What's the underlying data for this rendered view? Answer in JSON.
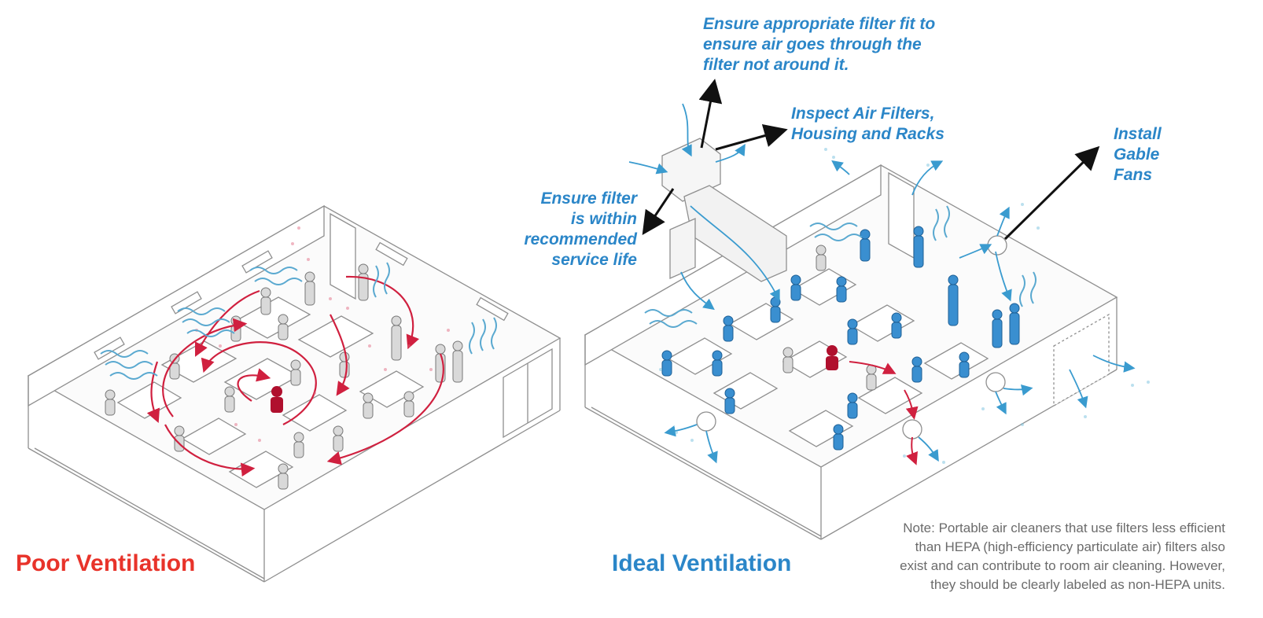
{
  "colors": {
    "poor": "#e8332a",
    "ideal": "#2b86c8",
    "blue_air": "#79c3df",
    "red_air": "#e0607a",
    "line": "#9a9a9a",
    "note": "#6b6b6b"
  },
  "left_room": {
    "heading": "Poor Ventilation"
  },
  "right_room": {
    "heading": "Ideal Ventilation"
  },
  "callouts": {
    "filter_fit": "Ensure appropriate filter fit to\nensure air goes through the\nfilter not around it.",
    "inspect_filters": "Inspect Air Filters,\nHousing and Racks",
    "service_life": "Ensure filter\nis within\nrecommended\nservice life",
    "gable_fans": "Install\nGable\nFans"
  },
  "note": "Note: Portable air cleaners that use filters less efficient than HEPA (high-efficiency particulate air) filters also exist and can contribute to room air cleaning. However, they should be clearly labeled as non-HEPA units."
}
